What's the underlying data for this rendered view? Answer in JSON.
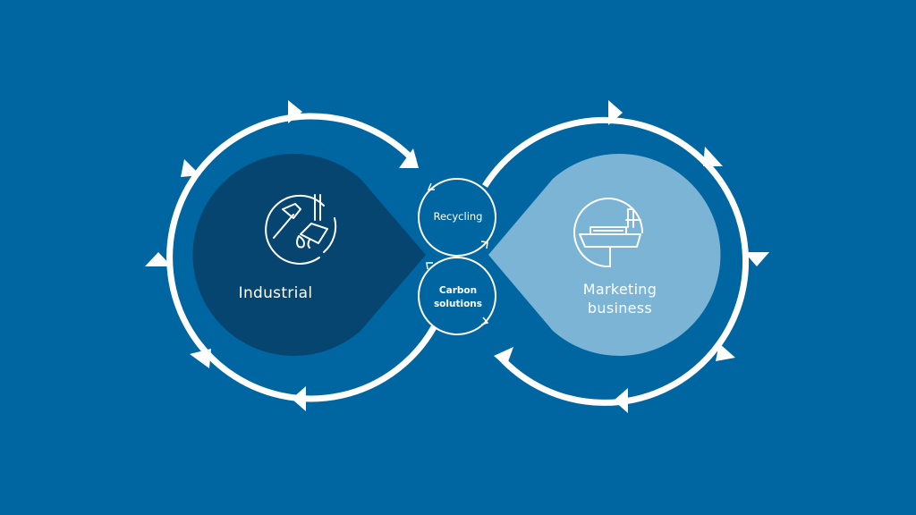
{
  "colors": {
    "background": "#0066a2",
    "industrial_fill": "#05456f",
    "marketing_fill": "#7bb4d5",
    "loop_stroke": "#ffffff"
  },
  "nodes": {
    "industrial": {
      "label": "Industrial",
      "icon": "tools-oil-drop-icon"
    },
    "marketing": {
      "label_line1": "Marketing",
      "label_line2": "business",
      "icon": "ship-icon"
    },
    "recycling": {
      "label": "Recycling"
    },
    "carbon": {
      "label_line1": "Carbon",
      "label_line2": "solutions"
    }
  }
}
